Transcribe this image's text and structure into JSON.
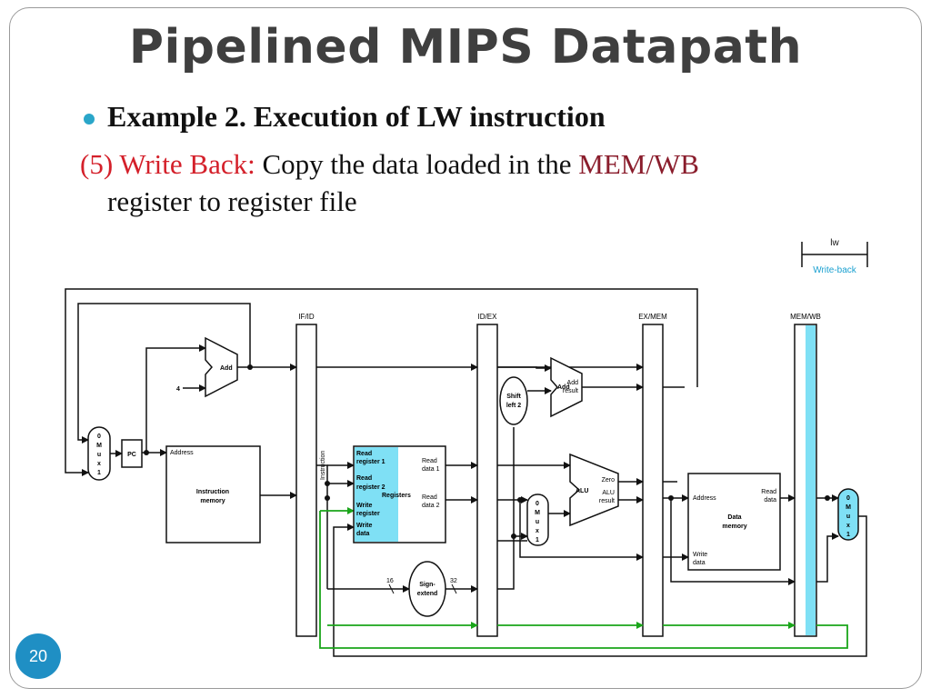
{
  "slide": {
    "title": "Pipelined MIPS Datapath",
    "bullet": "Example 2. Execution of LW instruction",
    "step_label": "(5) Write Back:",
    "step_text": " Copy the data loaded in the ",
    "step_reg": "MEM/WB",
    "step_text2": "register to register file",
    "page_number": "20"
  },
  "legend": {
    "instruction": "lw",
    "stage": "Write-back"
  },
  "diagram": {
    "pipeline_registers": [
      "IF/ID",
      "ID/EX",
      "EX/MEM",
      "MEM/WB"
    ],
    "mux_label": [
      "0",
      "M",
      "u",
      "x",
      "1"
    ],
    "pc": "PC",
    "add": "Add",
    "const_four": "4",
    "address": "Address",
    "instruction_memory": [
      "Instruction",
      "memory"
    ],
    "instruction": "Instruction",
    "regs": {
      "read_register_1": [
        "Read",
        "register 1"
      ],
      "read_register_2": [
        "Read",
        "register 2"
      ],
      "registers": "Registers",
      "write_register": [
        "Write",
        "register"
      ],
      "write_data": [
        "Write",
        "data"
      ],
      "read_data_1": [
        "Read",
        "data 1"
      ],
      "read_data_2": [
        "Read",
        "data 2"
      ]
    },
    "shift_left_2": [
      "Shift",
      "left 2"
    ],
    "add_result": [
      "Add",
      "result"
    ],
    "alu": "ALU",
    "zero": "Zero",
    "alu_result": [
      "ALU",
      "result"
    ],
    "sign_extend": [
      "Sign-",
      "extend"
    ],
    "bits_16": "16",
    "bits_32": "32",
    "data_memory": [
      "Data",
      "memory"
    ],
    "read_data": [
      "Read",
      "data"
    ],
    "colors": {
      "highlight": "#7fe0f5",
      "forward": "#1aa51a",
      "line": "#111111"
    }
  }
}
